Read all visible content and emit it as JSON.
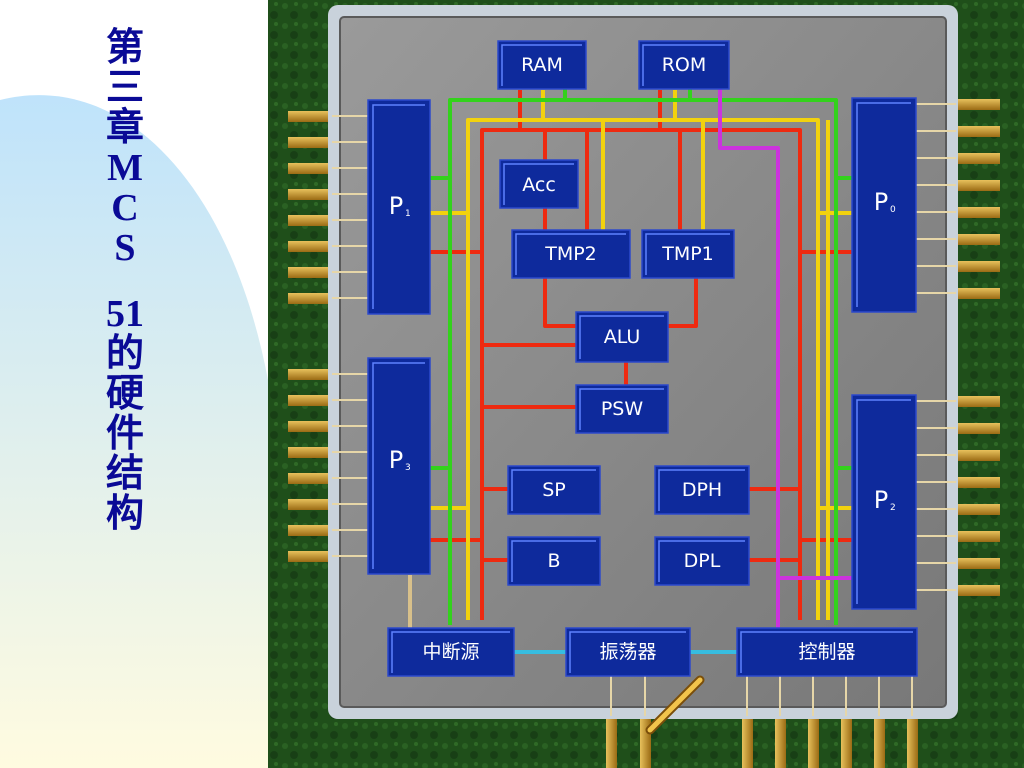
{
  "slide": {
    "title_chars": [
      "第",
      "三",
      "章",
      "M",
      "C",
      "S",
      "",
      "51",
      "的",
      "硬",
      "件",
      "结",
      "构"
    ]
  },
  "diagram": {
    "blocks": {
      "ram": "RAM",
      "rom": "ROM",
      "acc": "Acc",
      "tmp2": "TMP2",
      "tmp1": "TMP1",
      "alu": "ALU",
      "psw": "PSW",
      "sp": "SP",
      "b": "B",
      "dph": "DPH",
      "dpl": "DPL",
      "interrupt": "中断源",
      "oscillator": "振荡器",
      "controller": "控制器"
    },
    "ports": {
      "p1": {
        "letter": "P",
        "sub": "1"
      },
      "p0": {
        "letter": "P",
        "sub": "0"
      },
      "p3": {
        "letter": "P",
        "sub": "3"
      },
      "p2": {
        "letter": "P",
        "sub": "2"
      }
    }
  },
  "colors": {
    "title": "#0a0a96",
    "board": "#1f4f1a",
    "die": "#8a8a8a",
    "block": "#0e2a9c",
    "bus_green": "#33d21c",
    "bus_yellow": "#f2d20e",
    "bus_red": "#ee2a10",
    "bus_magenta": "#cc33dd",
    "bus_cyan": "#37bde0"
  }
}
